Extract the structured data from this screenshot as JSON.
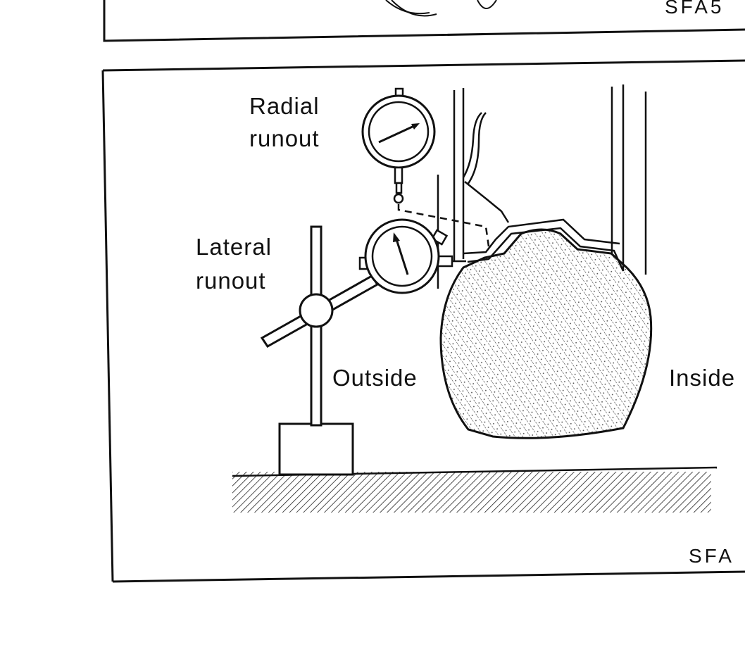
{
  "top_panel": {
    "figure_code": "SFA5"
  },
  "main_panel": {
    "labels": {
      "radial": "Radial",
      "radial_line2": "runout",
      "lateral": "Lateral",
      "lateral_line2": "runout",
      "outside": "Outside",
      "inside": "Inside"
    },
    "figure_code": "SFA"
  },
  "colors": {
    "ink": "#111111",
    "background": "#ffffff"
  }
}
